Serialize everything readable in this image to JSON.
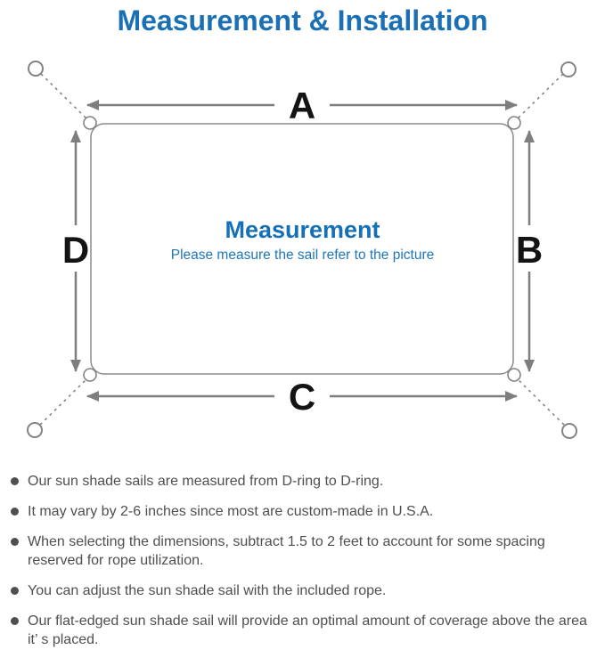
{
  "header": {
    "title": "Measurement & Installation"
  },
  "diagram": {
    "arrow_labels": {
      "top": "A",
      "right": "B",
      "bottom": "C",
      "left": "D"
    },
    "center": {
      "heading": "Measurement",
      "subheading": "Please measure the sail refer to the picture"
    },
    "colors": {
      "title_blue": "#1a6fb5",
      "heading_blue": "#1570b6",
      "line_gray": "#7e7e7e",
      "outline_gray": "#8b8b8b",
      "label_black": "#141414",
      "note_gray": "#4f4f4f"
    }
  },
  "notes": {
    "items": [
      "Our sun shade sails are measured from D-ring to D-ring.",
      "It may vary by 2-6 inches since most are custom-made in U.S.A.",
      "When selecting the dimensions, subtract 1.5 to 2 feet to account for some spacing reserved for rope utilization.",
      "You can adjust the sun shade sail with the included rope.",
      "Our flat-edged sun shade sail will provide an optimal amount of coverage above the area it’ s placed."
    ]
  }
}
